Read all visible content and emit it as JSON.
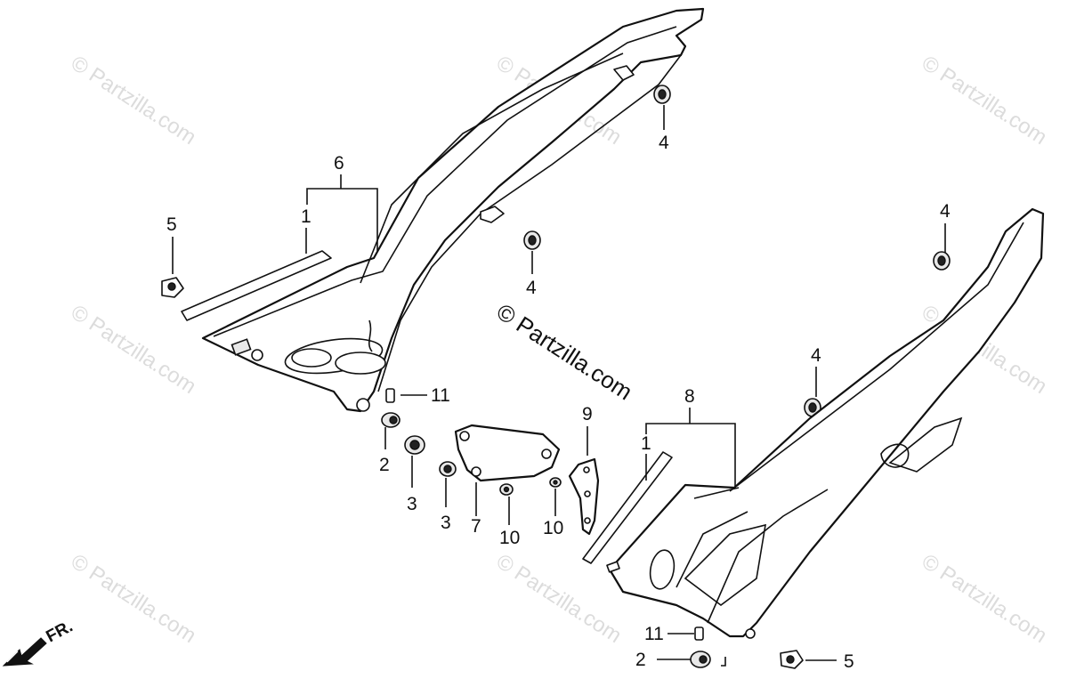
{
  "watermarks": {
    "center": "© Partzilla.com",
    "repeat": "© Partzilla.com"
  },
  "callouts": {
    "c1a": "1",
    "c1b": "1",
    "c2a": "2",
    "c2b": "2",
    "c3a": "3",
    "c3b": "3",
    "c4a": "4",
    "c4b": "4",
    "c4c": "4",
    "c4d": "4",
    "c5a": "5",
    "c5b": "5",
    "c6": "6",
    "c7": "7",
    "c8": "8",
    "c9": "9",
    "c10a": "10",
    "c10b": "10",
    "c11a": "11",
    "c11b": "11"
  },
  "front_indicator": "FR.",
  "colors": {
    "ink": "#111111",
    "watermark": "#dcdcdc",
    "background": "#ffffff"
  }
}
